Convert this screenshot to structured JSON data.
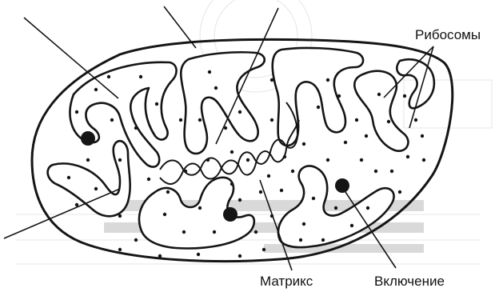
{
  "labels": {
    "ribosomes": "Рибосомы",
    "matrix": "Матрикс",
    "inclusion": "Включение"
  },
  "colors": {
    "ink": "#151515",
    "background": "#ffffff",
    "bleed_through": "#e9e9e9"
  }
}
